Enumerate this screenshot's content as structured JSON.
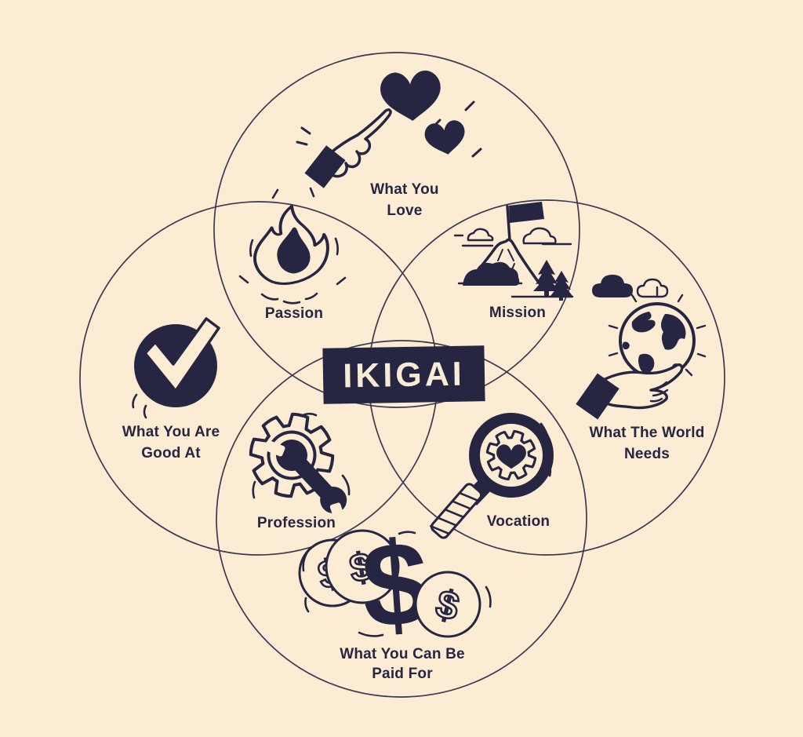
{
  "diagram": {
    "center_label": "IKIGAI",
    "colors": {
      "background": "#FBECD3",
      "ink": "#262642",
      "circle_outline": "#3B3850",
      "banner_fill": "#262642",
      "banner_text": "#F8ECD6"
    },
    "circles": [
      {
        "name": "what-you-love",
        "position": "top",
        "lines": [
          "What You",
          "Love"
        ],
        "icon": "pointing-hand-hearts-icon"
      },
      {
        "name": "what-you-are-good-at",
        "position": "left",
        "lines": [
          "What You Are",
          "Good At"
        ],
        "icon": "checkmark-circle-icon"
      },
      {
        "name": "what-the-world-needs",
        "position": "right",
        "lines": [
          "What The World",
          "Needs"
        ],
        "icon": "globe-in-hand-icon"
      },
      {
        "name": "what-you-can-be-paid-for",
        "position": "bottom",
        "lines": [
          "What You Can Be",
          "Paid For"
        ],
        "icon": "dollar-coins-icon"
      }
    ],
    "overlaps": [
      {
        "name": "passion",
        "label": "Passion",
        "icon": "flame-icon",
        "between": [
          "what-you-love",
          "what-you-are-good-at"
        ]
      },
      {
        "name": "mission",
        "label": "Mission",
        "icon": "mountain-flag-icon",
        "between": [
          "what-you-love",
          "what-the-world-needs"
        ]
      },
      {
        "name": "profession",
        "label": "Profession",
        "icon": "gear-wrench-icon",
        "between": [
          "what-you-are-good-at",
          "what-you-can-be-paid-for"
        ]
      },
      {
        "name": "vocation",
        "label": "Vocation",
        "icon": "magnifier-gear-heart-icon",
        "between": [
          "what-the-world-needs",
          "what-you-can-be-paid-for"
        ]
      }
    ]
  },
  "icons": {
    "dollar_glyph": "$"
  }
}
